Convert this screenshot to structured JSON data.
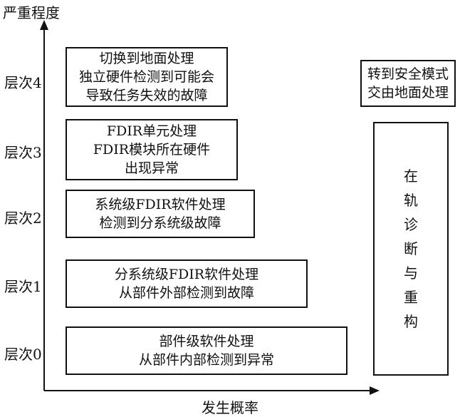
{
  "axes": {
    "y_title": "严重程度",
    "x_title": "发生概率"
  },
  "levels": [
    "层次4",
    "层次3",
    "层次2",
    "层次1",
    "层次0"
  ],
  "boxes": {
    "level4": [
      "切换到地面处理",
      "独立硬件检测到可能会",
      "导致任务失效的故障"
    ],
    "level3": [
      "FDIR单元处理",
      "FDIR模块所在硬件",
      "出现异常"
    ],
    "level2": [
      "系统级FDIR软件处理",
      "检测到分系统级故障"
    ],
    "level1": [
      "分系统级FDIR软件处理",
      "从部件外部检测到故障"
    ],
    "level0": [
      "部件级软件处理",
      "从部件内部检测到异常"
    ]
  },
  "safe_mode": [
    "转到安全模式",
    "交由地面处理"
  ],
  "onorbit": [
    "在",
    "轨",
    "诊",
    "断",
    "与",
    "重",
    "构"
  ]
}
